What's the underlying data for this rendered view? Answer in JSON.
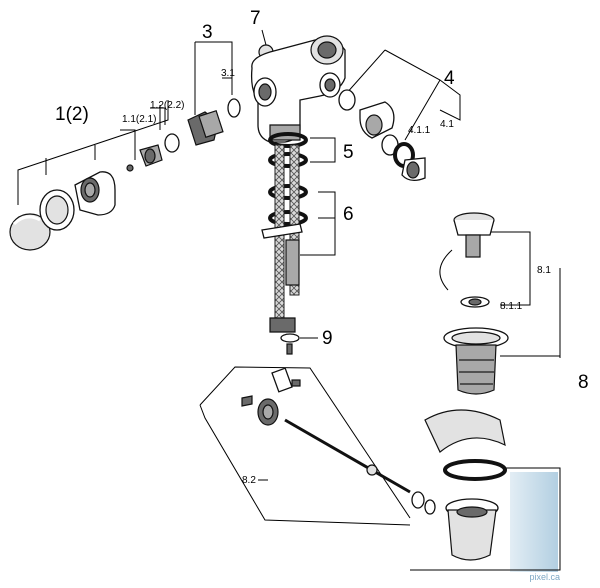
{
  "diagram": {
    "labels": {
      "p1": "1(2)",
      "p1_1": "1.1(2.1)",
      "p1_2": "1.2(2.2)",
      "p3": "3",
      "p3_1": "3.1",
      "p4": "4",
      "p4_1": "4.1",
      "p4_1_1": "4.1.1",
      "p5": "5",
      "p6": "6",
      "p7": "7",
      "p8": "8",
      "p8_1": "8.1",
      "p8_1_1": "8.1.1",
      "p8_2": "8.2",
      "p9": "9"
    },
    "watermark": "pixel.ca",
    "colors": {
      "ink": "#000000",
      "shade": "#a8a8a8",
      "watermark_blue": "#7ea8c4"
    }
  }
}
